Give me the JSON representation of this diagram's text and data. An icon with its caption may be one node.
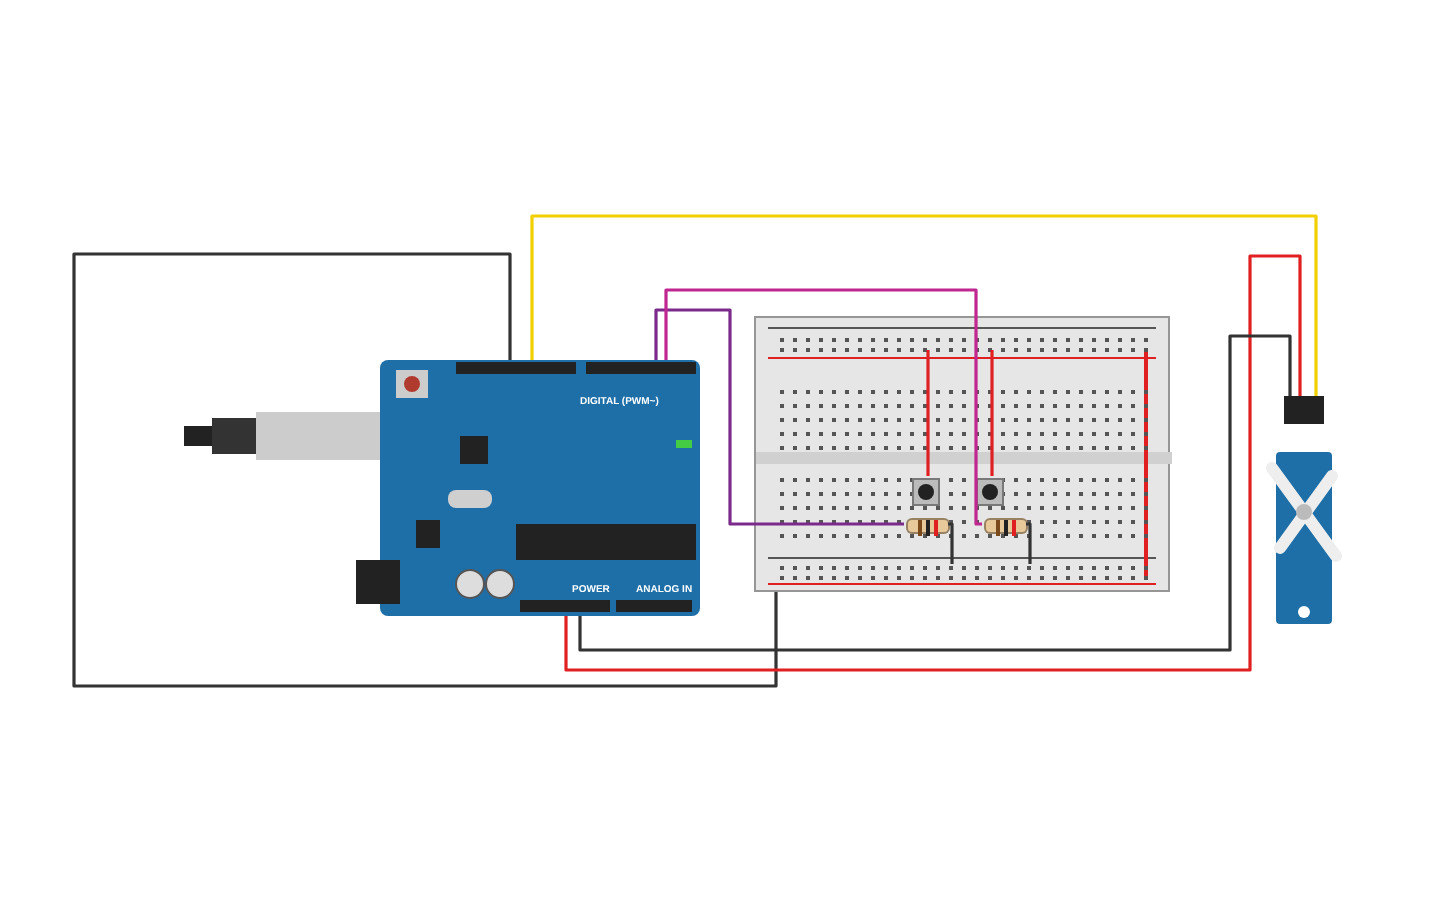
{
  "diagram": {
    "nodes": [
      {
        "text": [],
        "shape": "picture"
      },
      {
        "text": [],
        "shape": "box"
      },
      {
        "text": [],
        "shape": "box",
        "in": 1
      },
      {
        "text": [],
        "shape": "box",
        "in": 1
      },
      {
        "text": [],
        "shape": "box",
        "in": 1
      },
      {
        "text": [],
        "shape": "box",
        "in": 1
      },
      {
        "text": [],
        "shape": "picture"
      }
    ],
    "edges": [
      {
        "from": 0,
        "to": 6,
        "arrow": "none",
        "color": "#f2d000"
      },
      {
        "from": 0,
        "to": 1,
        "arrow": "none",
        "color": "#333333"
      },
      {
        "from": 0,
        "to": 4,
        "arrow": "none",
        "color": "#7b2a8c"
      },
      {
        "from": 0,
        "to": 5,
        "arrow": "none",
        "color": "#c0268f"
      },
      {
        "from": 0,
        "to": 6,
        "arrow": "none",
        "color": "#e02020"
      },
      {
        "from": 0,
        "to": 6,
        "arrow": "none",
        "color": "#333333"
      },
      {
        "from": 1,
        "to": 2,
        "arrow": "none",
        "color": "#e02020"
      },
      {
        "from": 1,
        "to": 3,
        "arrow": "none",
        "color": "#e02020"
      },
      {
        "from": 4,
        "to": 1,
        "arrow": "none",
        "color": "#333333"
      },
      {
        "from": 5,
        "to": 1,
        "arrow": "none",
        "color": "#333333"
      }
    ],
    "labels": [
      "DIGITAL (PWM~)",
      "POWER",
      "ANALOG IN"
    ]
  }
}
